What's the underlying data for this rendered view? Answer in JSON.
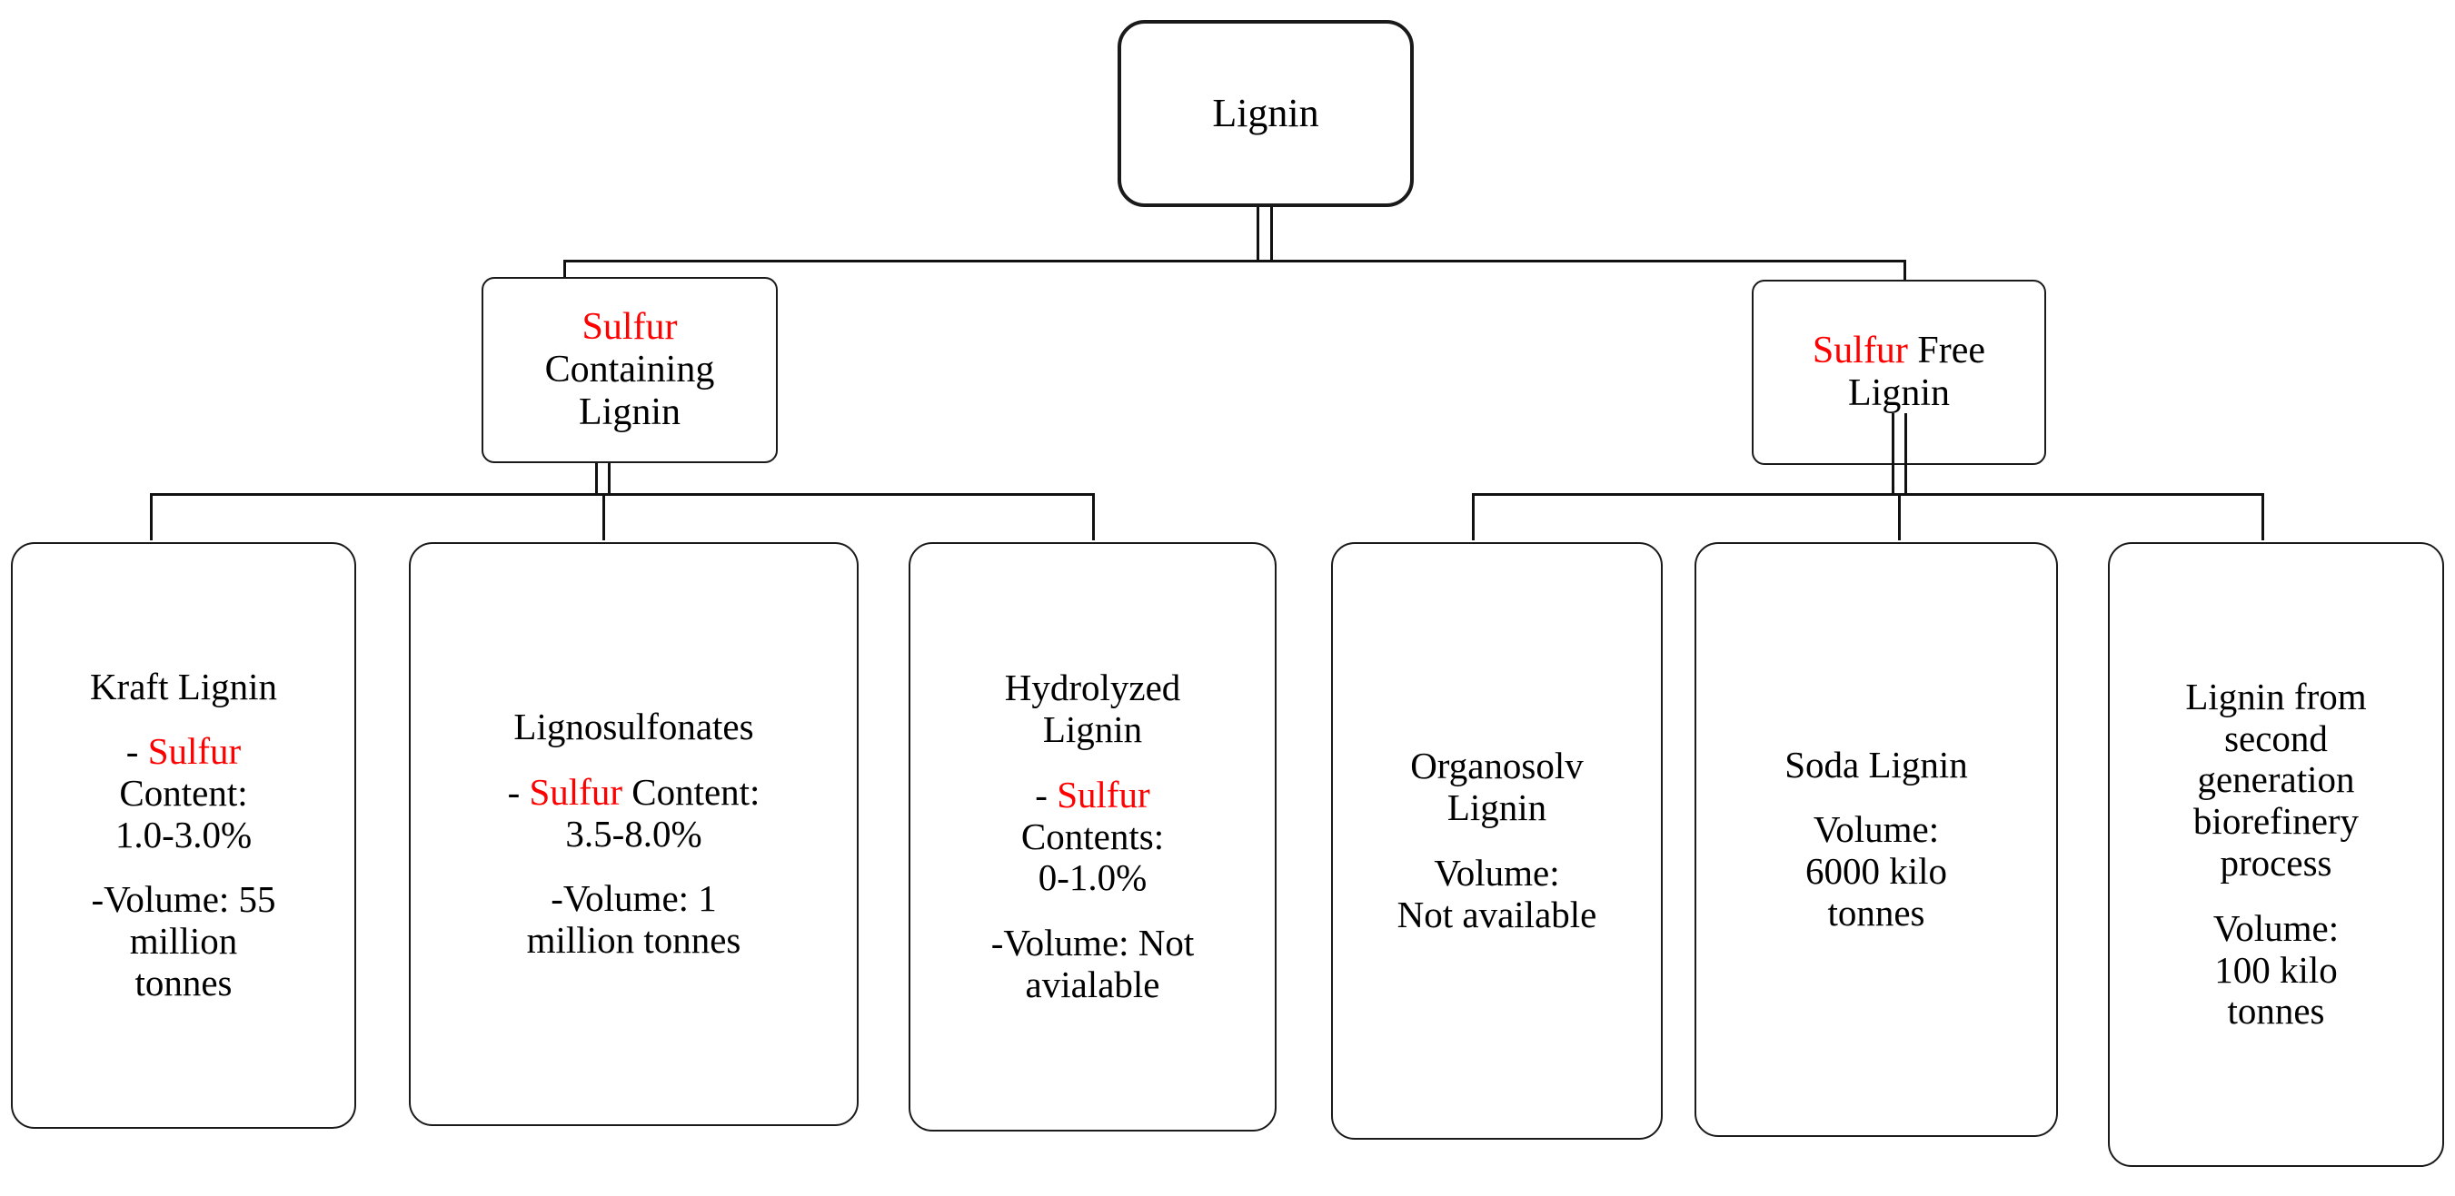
{
  "diagram": {
    "title_text": "Lignin",
    "colors": {
      "highlight": "#ff0000",
      "text": "#000000",
      "border": "#1a1a1a",
      "background": "#ffffff"
    },
    "root": {
      "label": "Lignin"
    },
    "branches": [
      {
        "id": "sulfur-containing-lignin",
        "highlight_word": "Sulfur",
        "rest_line1": "",
        "line2": "Containing",
        "line3": "Lignin"
      },
      {
        "id": "sulfur-free-lignin",
        "highlight_word": "Sulfur",
        "rest_line1": " Free",
        "line2": "Lignin",
        "line3": ""
      }
    ],
    "leaves": [
      {
        "id": "kraft-lignin",
        "title": "Kraft Lignin",
        "detail1_prefix": "- ",
        "detail1_highlight": "Sulfur",
        "detail1_rest_a": "Content:",
        "detail1_rest_b": "1.0-3.0%",
        "detail2_a": "-Volume: 55",
        "detail2_b": "million",
        "detail2_c": "tonnes"
      },
      {
        "id": "lignosulfonates",
        "title": "Lignosulfonates",
        "detail1_prefix": "- ",
        "detail1_highlight": "Sulfur",
        "detail1_rest_a": " Content:",
        "detail1_rest_b": "3.5-8.0%",
        "detail2_a": "-Volume: 1",
        "detail2_b": "million tonnes",
        "detail2_c": ""
      },
      {
        "id": "hydrolyzed-lignin",
        "title_a": "Hydrolyzed",
        "title_b": "Lignin",
        "detail1_prefix": "- ",
        "detail1_highlight": "Sulfur",
        "detail1_rest_a": "Contents:",
        "detail1_rest_b": "0-1.0%",
        "detail2_a": "-Volume: Not",
        "detail2_b": "avialable",
        "detail2_c": ""
      },
      {
        "id": "organosolv-lignin",
        "title_a": "Organosolv",
        "title_b": "Lignin",
        "detail_a": "Volume:",
        "detail_b": "Not available"
      },
      {
        "id": "soda-lignin",
        "title_a": "Soda Lignin",
        "title_b": "",
        "detail_a": "Volume:",
        "detail_b": "6000 kilo",
        "detail_c": "tonnes"
      },
      {
        "id": "second-generation-biorefinery-lignin",
        "title_a": "Lignin from",
        "title_b": "second",
        "title_c": "generation",
        "title_d": "biorefinery",
        "title_e": "process",
        "detail_a": "Volume:",
        "detail_b": "100 kilo",
        "detail_c": "tonnes"
      }
    ]
  }
}
